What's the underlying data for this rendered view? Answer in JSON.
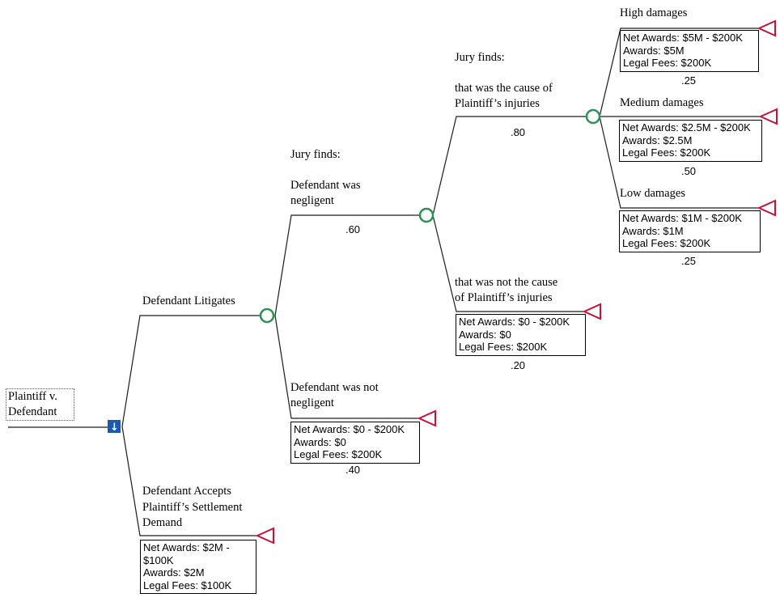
{
  "icons": {
    "decision_arrow": "↓"
  },
  "colors": {
    "decision_node": "#1e5aab",
    "chance_node": "#2b9351",
    "terminal_node": "#c51236",
    "branch_line": "#1c1c1c",
    "background": "#ffffff"
  },
  "tree": {
    "root": {
      "label": "Plaintiff v.\nDefendant",
      "node_type": "decision"
    },
    "branches": [
      {
        "label": "Defendant Litigates",
        "node_type": "chance",
        "branches": [
          {
            "label": "Jury finds:\n\nDefendant was\nnegligent",
            "probability": ".60",
            "node_type": "chance",
            "branches": [
              {
                "label": "Jury finds:\n\nthat was the cause of\nPlaintiff’s injuries",
                "probability": ".80",
                "node_type": "chance",
                "branches": [
                  {
                    "label": "High damages",
                    "probability": ".25",
                    "node_type": "terminal",
                    "payoff": {
                      "line1": "Net Awards: $5M - $200K",
                      "line2": "Awards: $5M",
                      "line3": "Legal Fees: $200K"
                    }
                  },
                  {
                    "label": "Medium damages",
                    "probability": ".50",
                    "node_type": "terminal",
                    "payoff": {
                      "line1": "Net Awards: $2.5M - $200K",
                      "line2": "Awards: $2.5M",
                      "line3": "Legal Fees: $200K"
                    }
                  },
                  {
                    "label": "Low damages",
                    "probability": ".25",
                    "node_type": "terminal",
                    "payoff": {
                      "line1": "Net Awards: $1M - $200K",
                      "line2": "Awards: $1M",
                      "line3": "Legal Fees: $200K"
                    }
                  }
                ]
              },
              {
                "label": "that was not the cause\nof Plaintiff’s injuries",
                "probability": ".20",
                "node_type": "terminal",
                "payoff": {
                  "line1": "Net Awards: $0 - $200K",
                  "line2": "Awards: $0",
                  "line3": "Legal Fees: $200K"
                }
              }
            ]
          },
          {
            "label": "Defendant was not\nnegligent",
            "probability": ".40",
            "node_type": "terminal",
            "payoff": {
              "line1": "Net Awards: $0 - $200K",
              "line2": "Awards: $0",
              "line3": "Legal Fees: $200K"
            }
          }
        ]
      },
      {
        "label": "Defendant Accepts\nPlaintiff’s Settlement\nDemand",
        "node_type": "terminal",
        "payoff": {
          "line1": "Net Awards: $2M - $100K",
          "line2": "Awards: $2M",
          "line3": "Legal Fees: $100K"
        }
      }
    ]
  }
}
